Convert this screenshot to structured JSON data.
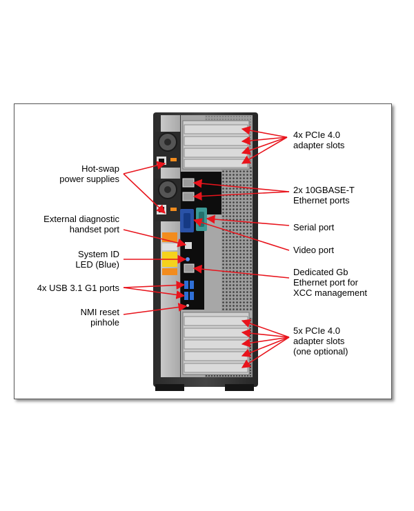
{
  "labels": {
    "pcie_top": [
      "4x PCIe 4.0",
      "adapter slots"
    ],
    "hot_swap": [
      "Hot-swap",
      "power supplies"
    ],
    "ethernet_10g": [
      "2x 10GBASE-T",
      "Ethernet ports"
    ],
    "diag_port": [
      "External diagnostic",
      "handset port"
    ],
    "serial_port": [
      "Serial port"
    ],
    "video_port": [
      "Video port"
    ],
    "system_id": [
      "System ID",
      "LED (Blue)"
    ],
    "xcc_port": [
      "Dedicated Gb",
      "Ethernet port for",
      "XCC management"
    ],
    "usb_ports": [
      "4x USB 3.1 G1 ports"
    ],
    "nmi": [
      "NMI reset",
      "pinhole"
    ],
    "pcie_bottom": [
      "5x PCIe 4.0",
      "adapter slots",
      "(one optional)"
    ]
  },
  "colors": {
    "arrow": "#e8141c",
    "chassis_dark": "#1e1e1e",
    "chassis_mid": "#3a3a3a",
    "panel_silver": "#b9b9b9",
    "io_black": "#0d0d0d",
    "vga_blue": "#2a52a6",
    "serial_teal": "#3c9a96",
    "usb_blue": "#2f6fd6",
    "warning_orange": "#f28c1e",
    "warning_yellow": "#f5d21d"
  }
}
